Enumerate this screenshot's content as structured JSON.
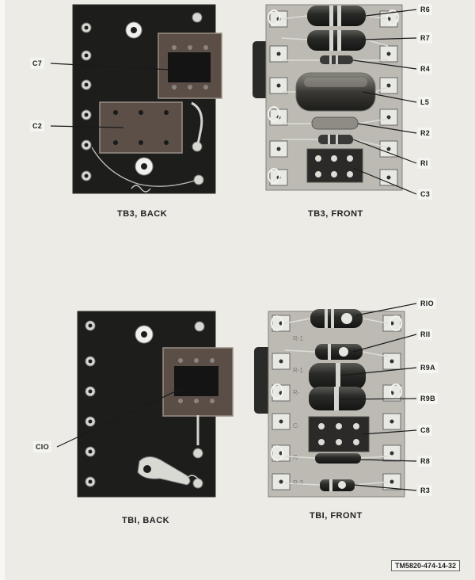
{
  "callouts": {
    "c7": "C7",
    "c2": "C2",
    "r6": "R6",
    "r7": "R7",
    "r4": "R4",
    "l5": "L5",
    "r2": "R2",
    "r1": "RI",
    "c3": "C3",
    "r10": "RIO",
    "r11": "RII",
    "r9a": "R9A",
    "r9b": "R9B",
    "c8": "C8",
    "r8": "R8",
    "r3": "R3",
    "c10": "CIO"
  },
  "captions": {
    "tb3_back": "TB3, BACK",
    "tb3_front": "TB3, FRONT",
    "tb1_back": "TBI, BACK",
    "tb1_front": "TBI, FRONT"
  },
  "figure_number": "TM5820-474-14-32"
}
